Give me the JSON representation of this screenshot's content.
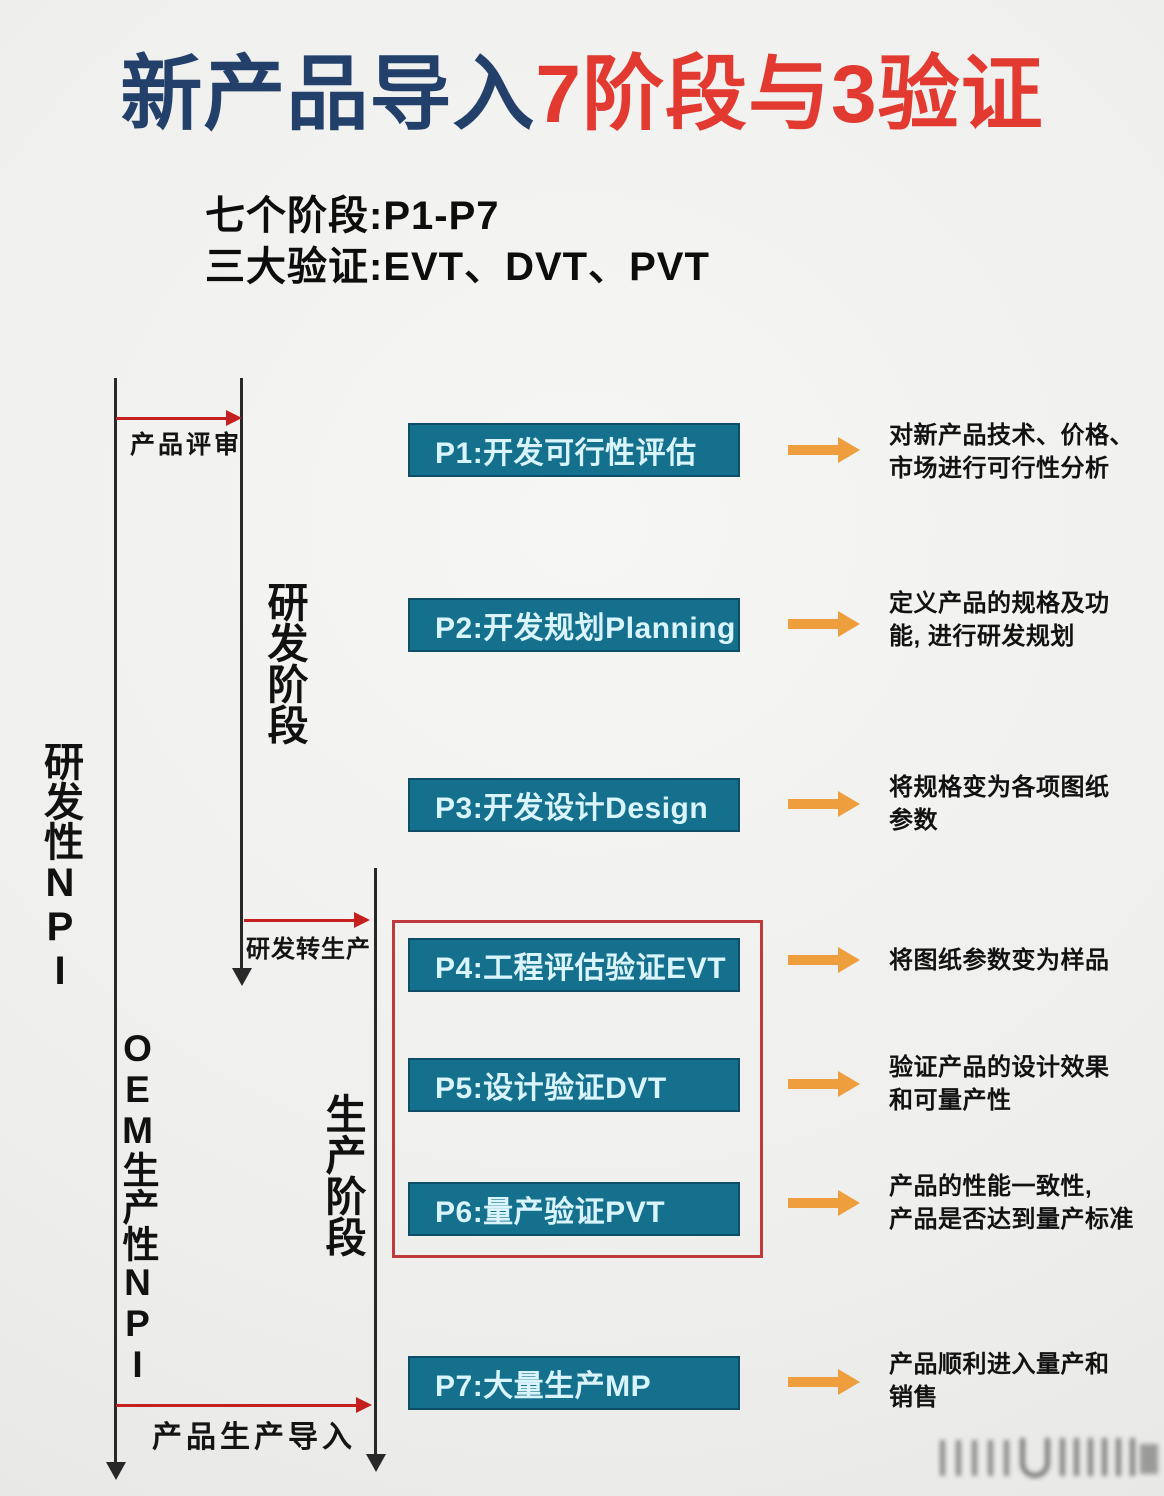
{
  "title": {
    "prefix": "新产品导入",
    "highlight": "7阶段与3验证"
  },
  "subtitle": {
    "line1": "七个阶段:P1-P7",
    "line2": "三大验证:EVT、DVT、PVT"
  },
  "lanes": {
    "rd_npi": "研发性NPI",
    "oem_npi": "OEM生产性NPI",
    "rd_phase": "研发阶段",
    "prod_phase": "生产阶段"
  },
  "transitions": {
    "product_review": "产品评审",
    "rd_to_production": "研发转生产",
    "production_intro": "产品生产导入"
  },
  "stages": [
    {
      "label": "P1:开发可行性评估",
      "desc1": "对新产品技术、价格、",
      "desc2": "市场进行可行性分析"
    },
    {
      "label": "P2:开发规划Planning",
      "desc1": "定义产品的规格及功",
      "desc2": "能, 进行研发规划"
    },
    {
      "label": "P3:开发设计Design",
      "desc1": "将规格变为各项图纸",
      "desc2": "参数"
    },
    {
      "label": "P4:工程评估验证EVT",
      "desc1": "将图纸参数变为样品",
      "desc2": ""
    },
    {
      "label": "P5:设计验证DVT",
      "desc1": "验证产品的设计效果",
      "desc2": "和可量产性"
    },
    {
      "label": "P6:量产验证PVT",
      "desc1": "产品的性能一致性,",
      "desc2": "产品是否达到量产标准"
    },
    {
      "label": "P7:大量生产MP",
      "desc1": "产品顺利进入量产和",
      "desc2": "销售"
    }
  ],
  "colors": {
    "title_primary": "#23406b",
    "title_accent": "#e23a30",
    "stage_box_bg": "#15708e",
    "stage_box_text": "#d9f4fa",
    "arrow_orange": "#ee9e3c",
    "line_red": "#c42020",
    "verification_outline": "#bf3a3c",
    "line_black": "#282828"
  }
}
